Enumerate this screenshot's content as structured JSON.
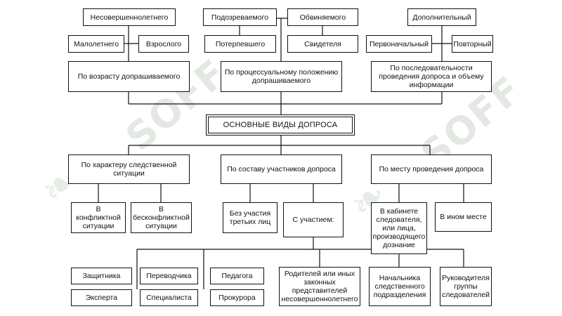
{
  "watermark": {
    "text": "SOFF",
    "leaf_icon": "leaf-icon"
  },
  "title": "ОСНОВНЫЕ ВИДЫ ДОПРОСА",
  "top": {
    "age": {
      "header": "Несовершеннолетнего",
      "sub": [
        "Малолетнего",
        "Взрослого"
      ],
      "category": "По возрасту допрашиваемого"
    },
    "procedural": {
      "top_row": [
        "Подозреваемого",
        "Обвиняемого"
      ],
      "bottom_row": [
        "Потерпевшего",
        "Свидетеля"
      ],
      "category": "По процессуальному положению допрашиваемого"
    },
    "sequence": {
      "header": "Дополнительный",
      "sub": [
        "Первоначальный",
        "Повторный"
      ],
      "category": "По последовательности проведения допроса и объему информации"
    }
  },
  "bottom": {
    "situation": {
      "category": "По характеру следственной ситуации",
      "items": [
        "В конфликтной ситуации",
        "В бесконфликтной ситуации"
      ]
    },
    "participants": {
      "category": "По составу участников допроса",
      "items": [
        "Без участия третьих лиц",
        "С участием:"
      ]
    },
    "place": {
      "category": "По месту проведения допроса",
      "items": [
        "В кабинете следователя, или лица, производящего дознание",
        "В ином месте"
      ]
    },
    "with_participation": [
      "Защитника",
      "Эксперта",
      "Переводчика",
      "Специалиста",
      "Педагога",
      "Прокурора",
      "Родителей или иных законных представителей несовершеннолетнего",
      "Начальника следственного подразделения",
      "Руководителя группы следователей"
    ]
  }
}
